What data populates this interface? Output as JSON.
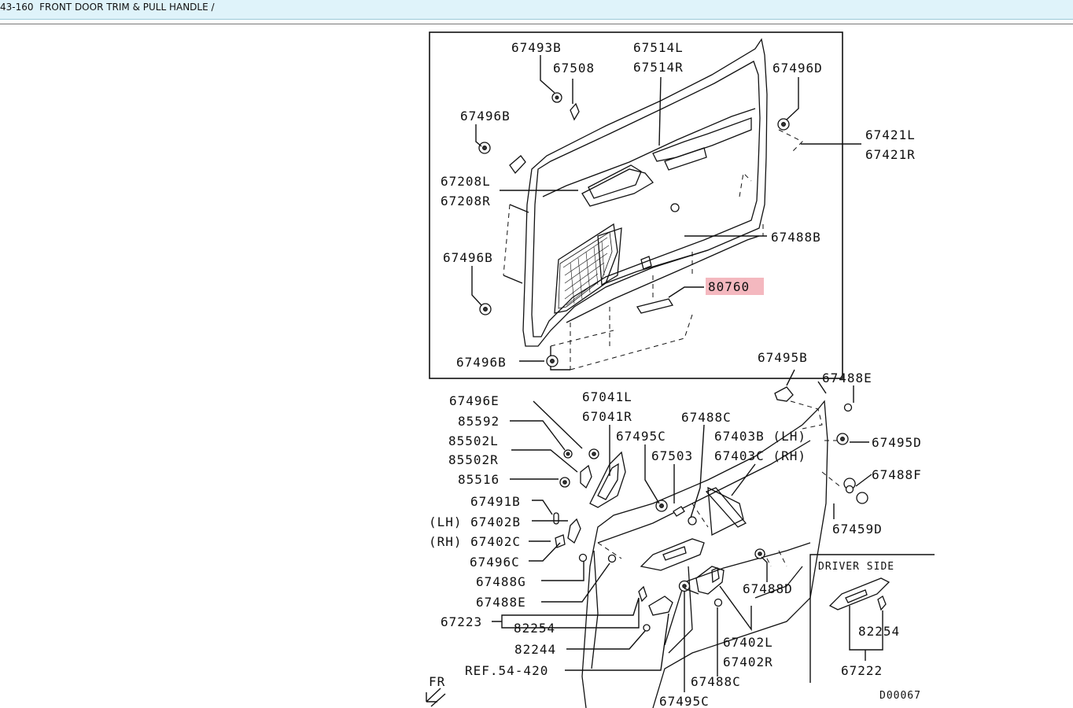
{
  "title": "43-160  FRONT DOOR TRIM & PULL HANDLE /",
  "highlight_color": "#f4b8bf",
  "upper_labels": [
    "67493B",
    "67508",
    "67514L",
    "67514R",
    "67496D",
    "67496B",
    "67421L",
    "67421R",
    "67208L",
    "67208R",
    "67488B",
    "67496B",
    "80760",
    "67496B"
  ],
  "lower_labels": [
    "67495B",
    "67488E",
    "67496E",
    "67041L",
    "67041R",
    "67488C",
    "85592",
    "67495C",
    "67403B (LH)",
    "67403C (RH)",
    "85502L",
    "67495D",
    "85502R",
    "67503",
    "85516",
    "67488F",
    "67491B",
    "(LH) 67402B",
    "67459D",
    "(RH) 67402C",
    "67496C",
    "DRIVER SIDE",
    "67488G",
    "67488D",
    "67488E",
    "67223",
    "82254",
    "67402L",
    "82254",
    "82244",
    "67402R",
    "REF.54-420",
    "67222",
    "67488C",
    "FR",
    "67495C",
    "D00067"
  ]
}
